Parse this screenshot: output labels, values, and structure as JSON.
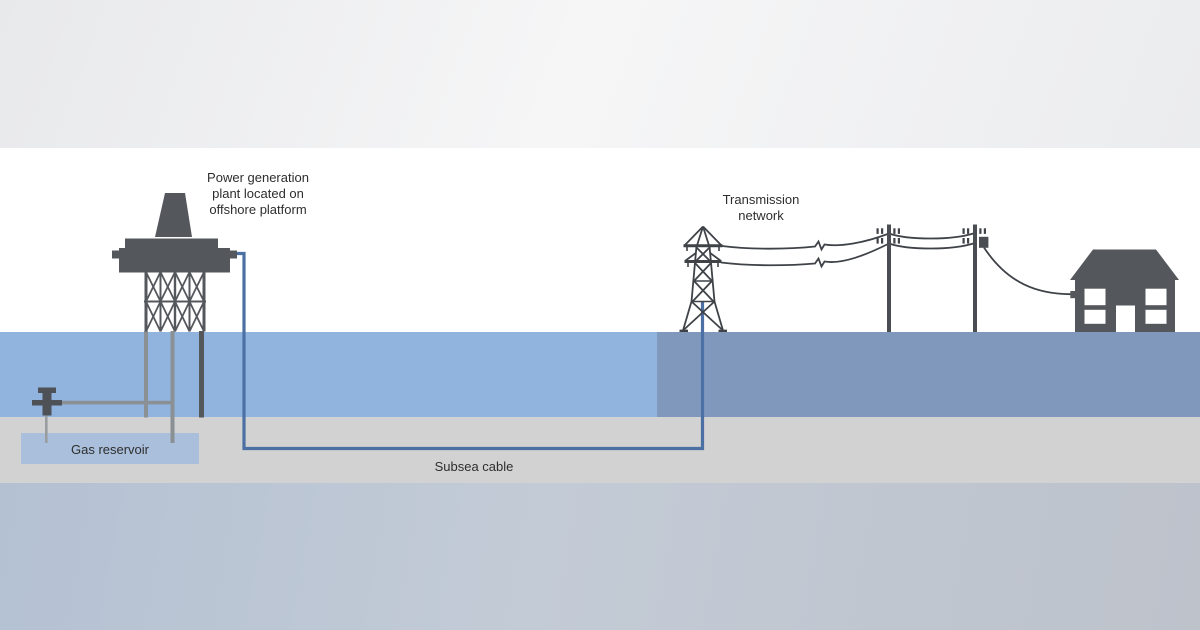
{
  "labels": {
    "power_plant": "Power generation\nplant located on\noffshore platform",
    "transmission_network": "Transmission\nnetwork",
    "subsea_cable": "Subsea cable",
    "gas_reservoir": "Gas reservoir"
  },
  "colors": {
    "sky_band": "#edeef0",
    "sea_shallow": "#91b4de",
    "sea_deep": "#8198bd",
    "seabed": "#d2d2d2",
    "underground": "#bcc4cf",
    "gas_reservoir_box": "#a9bfdb",
    "structures": "#54575c",
    "line_art": "#3f4348",
    "subsea_cable_line": "#4c70a4",
    "pipe_gray": "#8b9095",
    "label_text": "#2e2e2e"
  },
  "illustrations": {
    "offshore_platform": "oil-platform-icon",
    "wellhead": "wellhead-icon",
    "subsea_cable": "subsea-cable-line",
    "transmission_tower": "transmission-tower-icon",
    "utility_pole": "utility-pole-icon",
    "house": "house-icon"
  }
}
